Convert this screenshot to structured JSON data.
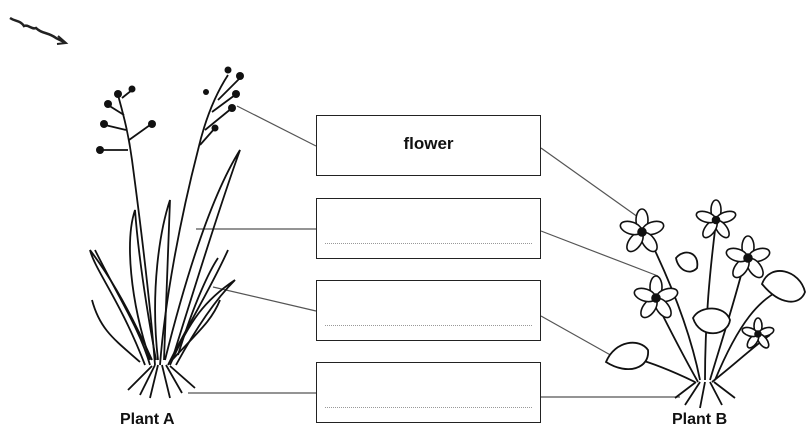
{
  "boxes": [
    {
      "text": "flower",
      "filled": true
    },
    {
      "text": "",
      "filled": false
    },
    {
      "text": "",
      "filled": false
    },
    {
      "text": "",
      "filled": false
    }
  ],
  "plants": {
    "a": {
      "caption": "Plant A"
    },
    "b": {
      "caption": "Plant B"
    }
  },
  "colors": {
    "ink": "#222222",
    "line": "#555555"
  },
  "icons": {
    "corner_mark": "scribble-arrow-icon"
  }
}
